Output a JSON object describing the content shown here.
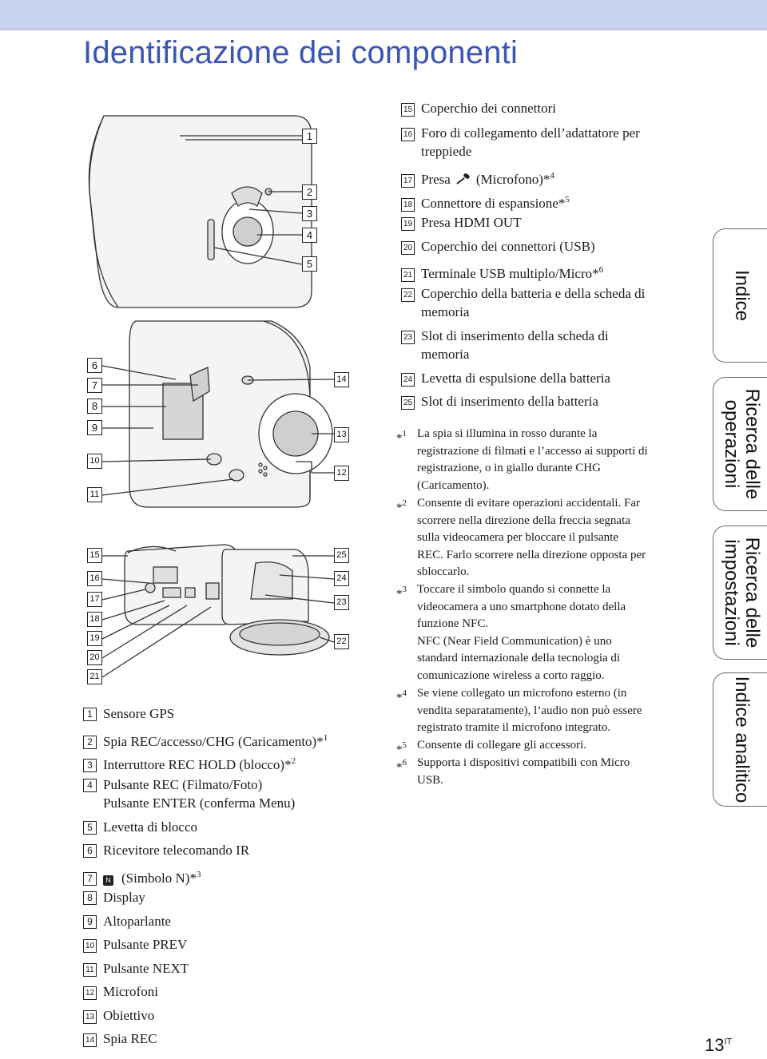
{
  "page": {
    "title": "Identificazione dei componenti",
    "page_number": "13",
    "page_lang": "IT"
  },
  "figure": {
    "callouts": [
      "1",
      "2",
      "3",
      "4",
      "5",
      "6",
      "7",
      "8",
      "9",
      "10",
      "11",
      "12",
      "13",
      "14",
      "15",
      "16",
      "17",
      "18",
      "19",
      "20",
      "21",
      "22",
      "23",
      "24",
      "25"
    ]
  },
  "components_left": [
    {
      "num": "1",
      "label": "Sensore GPS"
    },
    {
      "num": "2",
      "label": "Spia REC/accesso/CHG (Caricamento)*",
      "sup": "1"
    },
    {
      "num": "3",
      "label": "Interruttore REC HOLD (blocco)*",
      "sup": "2"
    },
    {
      "num": "4",
      "label": "Pulsante REC (Filmato/Foto)",
      "line2": "Pulsante ENTER (conferma Menu)"
    },
    {
      "num": "5",
      "label": "Levetta di blocco"
    },
    {
      "num": "6",
      "label": "Ricevitore telecomando IR"
    },
    {
      "num": "7",
      "label": "(Simbolo N)*",
      "sup": "3",
      "icon": "nfc-icon"
    },
    {
      "num": "8",
      "label": "Display"
    },
    {
      "num": "9",
      "label": "Altoparlante"
    },
    {
      "num": "10",
      "label": "Pulsante PREV"
    },
    {
      "num": "11",
      "label": "Pulsante NEXT"
    },
    {
      "num": "12",
      "label": "Microfoni"
    },
    {
      "num": "13",
      "label": "Obiettivo"
    },
    {
      "num": "14",
      "label": "Spia REC"
    }
  ],
  "components_right": [
    {
      "num": "15",
      "label": "Coperchio dei connettori"
    },
    {
      "num": "16",
      "label": "Foro di collegamento dell’adattatore per",
      "line2": "treppiede"
    },
    {
      "num": "17",
      "label": "Presa",
      "label_after": "(Microfono)*",
      "sup": "4",
      "icon": "microphone-icon"
    },
    {
      "num": "18",
      "label": "Connettore di espansione*",
      "sup": "5"
    },
    {
      "num": "19",
      "label": "Presa HDMI OUT"
    },
    {
      "num": "20",
      "label": "Coperchio dei connettori (USB)"
    },
    {
      "num": "21",
      "label": "Terminale USB multiplo/Micro*",
      "sup": "6"
    },
    {
      "num": "22",
      "label": "Coperchio della batteria e della scheda di",
      "line2": "memoria"
    },
    {
      "num": "23",
      "label": "Slot di inserimento della scheda di",
      "line2": "memoria"
    },
    {
      "num": "24",
      "label": "Levetta di espulsione della batteria"
    },
    {
      "num": "25",
      "label": "Slot di inserimento della batteria"
    }
  ],
  "footnotes": [
    {
      "mark": "*",
      "sup": "1",
      "lines": [
        "La spia si illumina in rosso durante la",
        "registrazione di filmati e l’accesso ai supporti di",
        "registrazione, o in giallo durante CHG",
        "(Caricamento)."
      ]
    },
    {
      "mark": "*",
      "sup": "2",
      "lines": [
        "Consente di evitare operazioni accidentali. Far",
        "scorrere nella direzione della freccia segnata",
        "sulla videocamera per bloccare il pulsante",
        "REC. Farlo scorrere nella direzione opposta per",
        "sbloccarlo."
      ]
    },
    {
      "mark": "*",
      "sup": "3",
      "lines": [
        "Toccare il simbolo quando si connette la",
        "videocamera a uno smartphone dotato della",
        "funzione NFC.",
        "NFC (Near Field Communication) è uno",
        "standard internazionale della tecnologia di",
        "comunicazione wireless a corto raggio."
      ]
    },
    {
      "mark": "*",
      "sup": "4",
      "lines": [
        "Se viene collegato un microfono esterno (in",
        "vendita separatamente), l’audio non può essere",
        "registrato tramite il microfono integrato."
      ]
    },
    {
      "mark": "*",
      "sup": "5",
      "lines": [
        "Consente di collegare gli accessori."
      ]
    },
    {
      "mark": "*",
      "sup": "6",
      "lines": [
        "Supporta i dispositivi compatibili con Micro",
        "USB."
      ]
    }
  ],
  "side_tabs": [
    {
      "lines": [
        "Indice"
      ]
    },
    {
      "lines": [
        "Ricerca delle",
        "operazioni"
      ]
    },
    {
      "lines": [
        "Ricerca delle",
        "impostazioni"
      ]
    },
    {
      "lines": [
        "Indice analitico"
      ]
    }
  ]
}
